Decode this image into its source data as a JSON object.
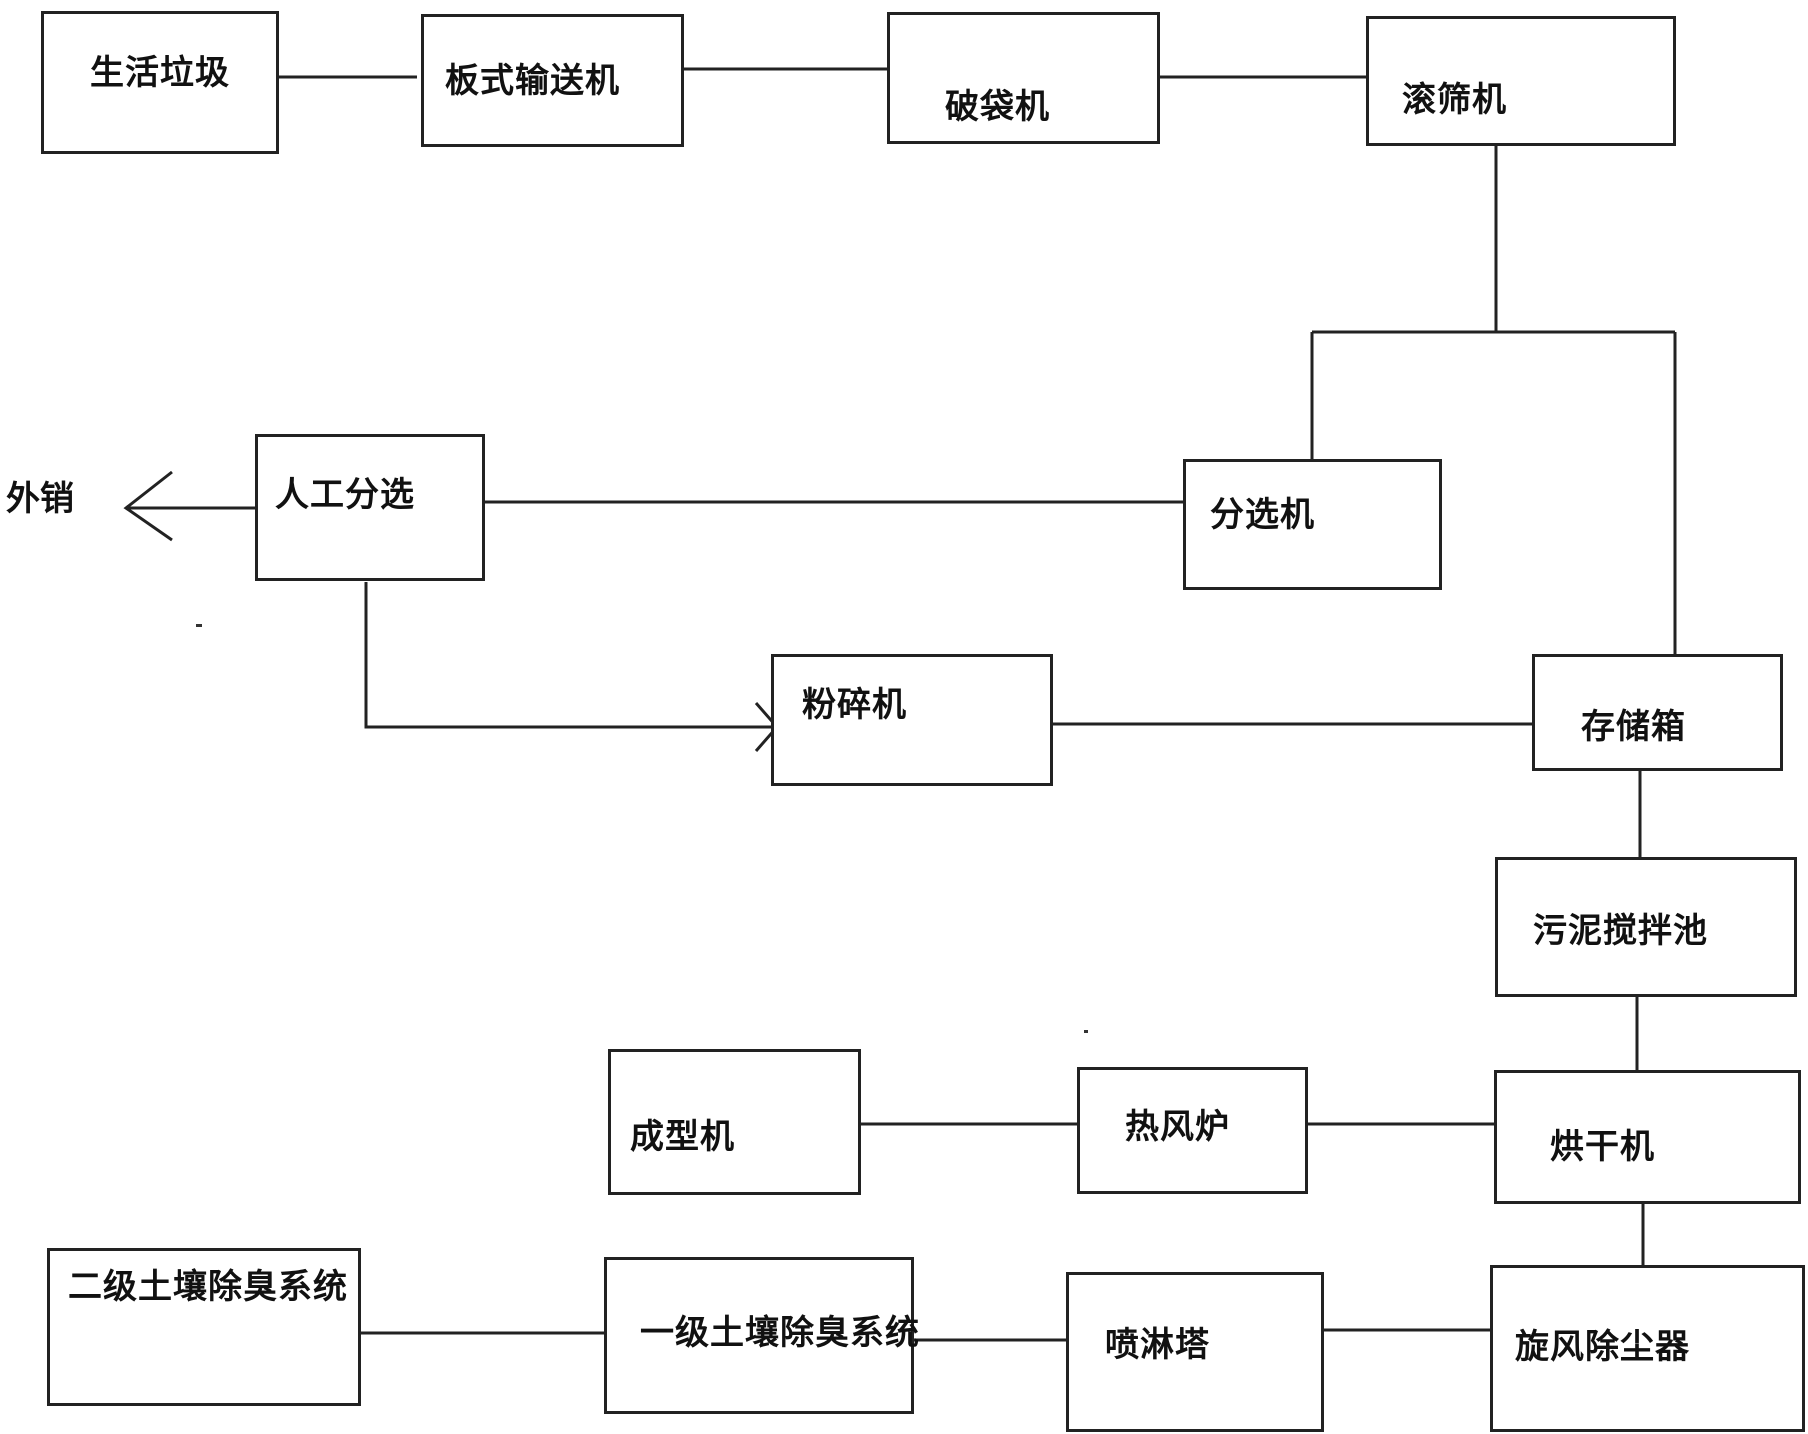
{
  "nodes": {
    "household_waste": "生活垃圾",
    "plate_conveyor": "板式输送机",
    "bag_breaker": "破袋机",
    "drum_screen": "滚筛机",
    "sorting_machine": "分选机",
    "manual_sorting": "人工分选",
    "crusher": "粉碎机",
    "storage_bin": "存储箱",
    "sludge_mixing_tank": "污泥搅拌池",
    "dryer": "烘干机",
    "hot_air_furnace": "热风炉",
    "molding_machine": "成型机",
    "cyclone_dust_collector": "旋风除尘器",
    "spray_tower": "喷淋塔",
    "primary_soil_deodorization": "一级土壤除臭系统",
    "secondary_soil_deodorization": "二级土壤除臭系统"
  },
  "outputs": {
    "external_sales": "外销"
  }
}
